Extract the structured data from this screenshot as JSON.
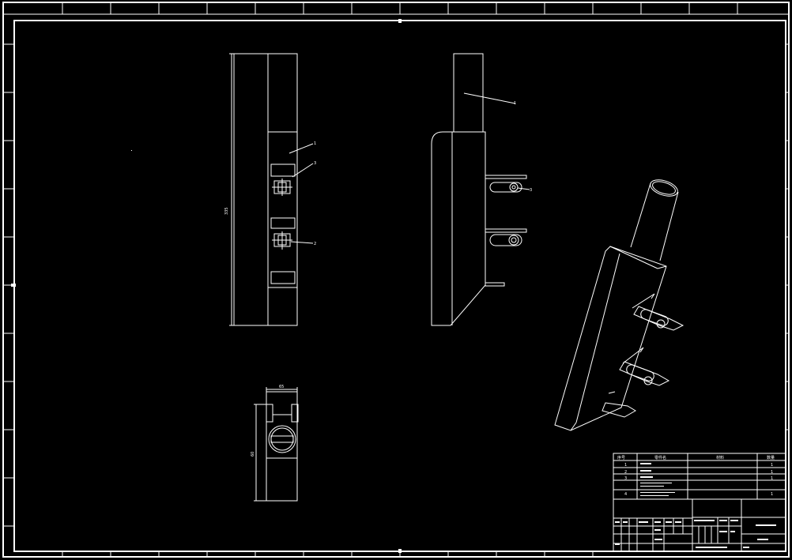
{
  "drawing": {
    "background": "#000000",
    "line_color": "#ffffff",
    "front_view": {
      "overall_dimension": "335",
      "balloons": [
        "1",
        "3",
        "2"
      ]
    },
    "side_view": {
      "balloons": [
        "1",
        "3"
      ]
    },
    "bottom_view": {
      "width_dimension": "65",
      "height_dimension": "60"
    }
  },
  "title_block": {
    "parts_header": [
      "序号",
      "零件名",
      "材料",
      "数量"
    ],
    "parts_rows": [
      {
        "no": "1",
        "name": "",
        "qty": "1"
      },
      {
        "no": "2",
        "name": "",
        "qty": "1"
      },
      {
        "no": "3",
        "name": "",
        "qty": "1"
      },
      {
        "no": "4",
        "name": "",
        "qty": "1"
      }
    ],
    "drawing_name": "",
    "scale": "1:1"
  }
}
